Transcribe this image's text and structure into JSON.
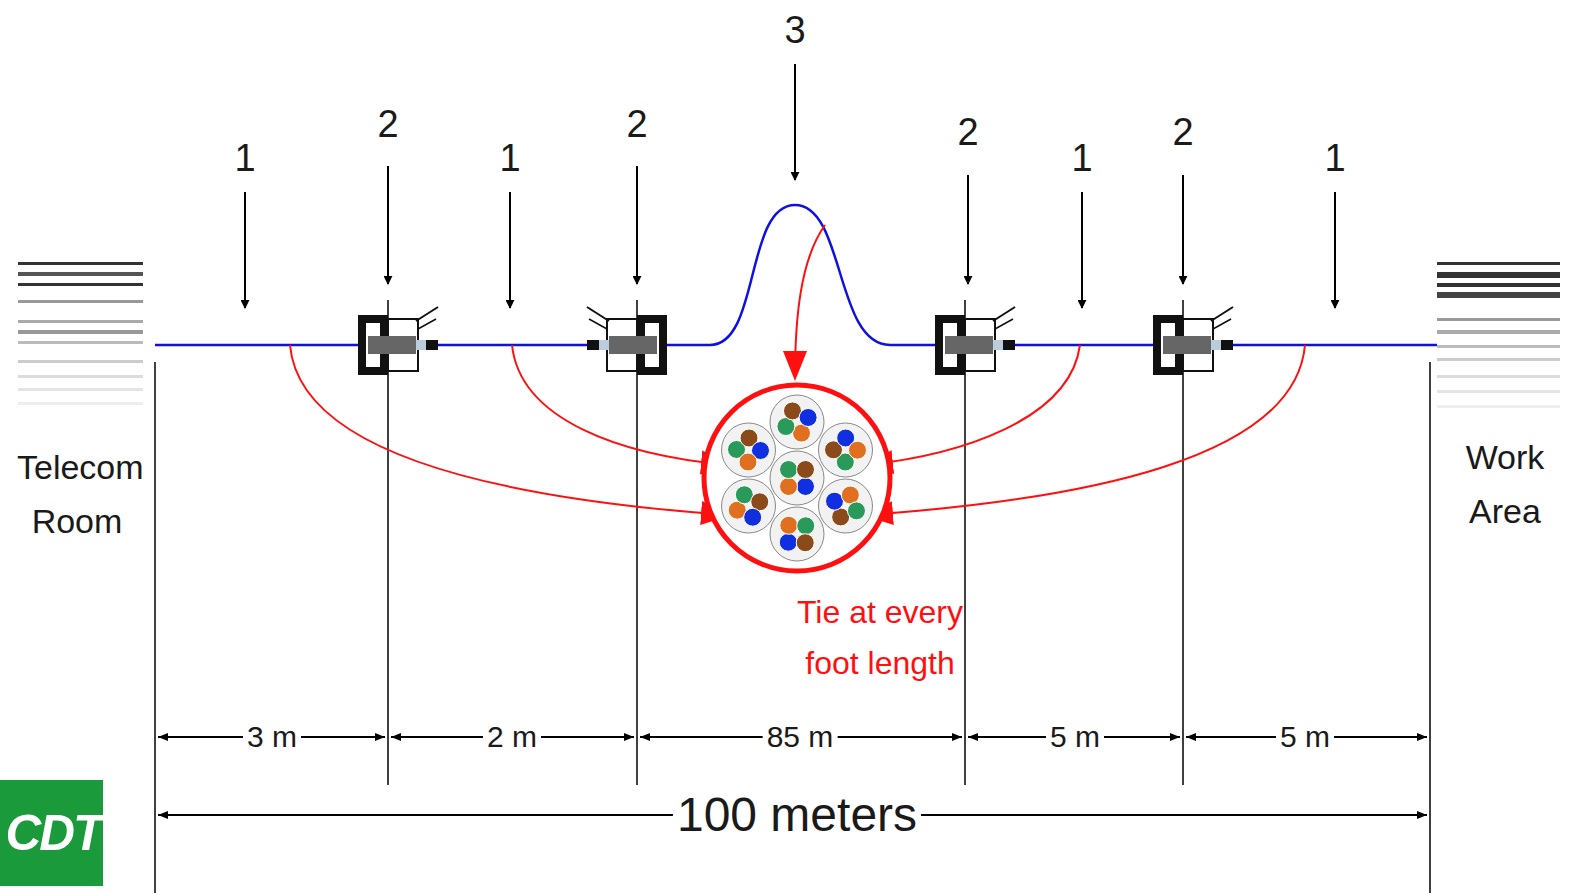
{
  "diagram": {
    "labels": [
      "1",
      "2",
      "1",
      "2",
      "3",
      "2",
      "1",
      "2",
      "1",
      "Tie at every foot length",
      "Telecom Room",
      "Work Area",
      "3 m",
      "2 m",
      "85 m",
      "5 m",
      "5 m",
      "100 meters",
      "CDT"
    ]
  }
}
